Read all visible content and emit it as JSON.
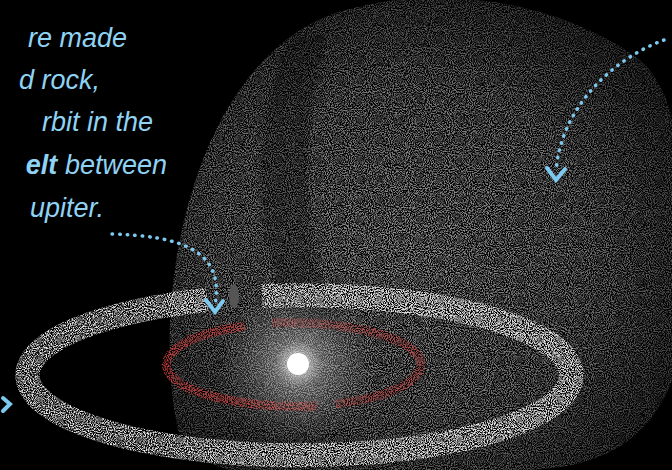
{
  "diagram": {
    "labels": [
      "re made",
      "d rock,",
      "rbit in the",
      "elt",
      "between",
      "upiter."
    ]
  }
}
